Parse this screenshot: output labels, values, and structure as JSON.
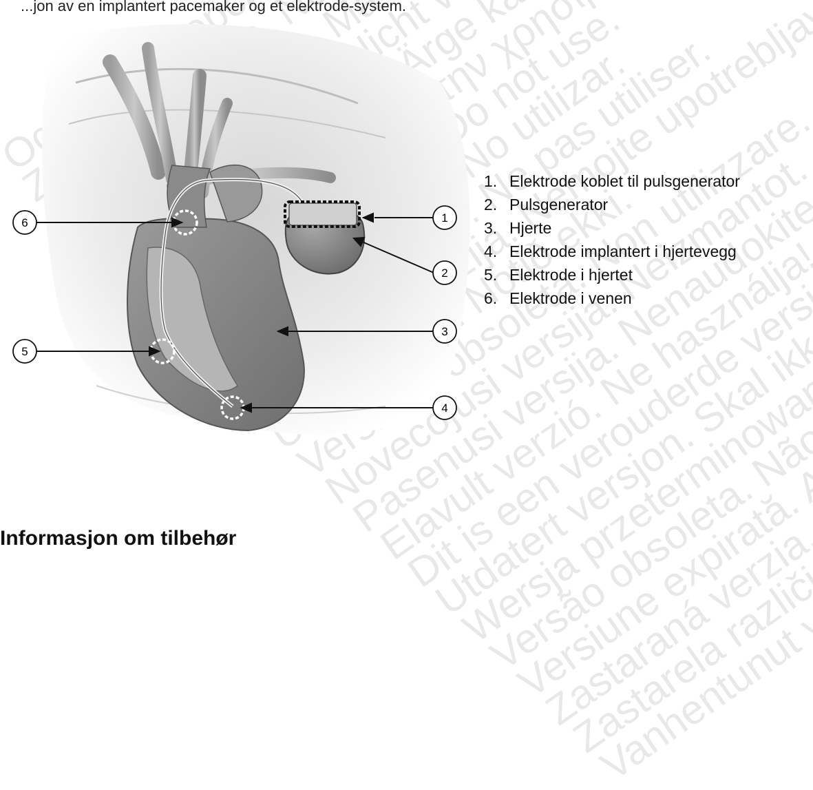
{
  "top_text": "...jon av en implantert pacemaker og et elektrode-system.",
  "legend": [
    {
      "num": "1.",
      "label": "Elektrode koblet til pulsgenerator"
    },
    {
      "num": "2.",
      "label": "Pulsgenerator"
    },
    {
      "num": "3.",
      "label": "Hjerte"
    },
    {
      "num": "4.",
      "label": "Elektrode implantert i hjertevegg"
    },
    {
      "num": "5.",
      "label": "Elektrode i hjertet"
    },
    {
      "num": "6.",
      "label": "Elektrode i venen"
    }
  ],
  "callouts": [
    "1",
    "2",
    "3",
    "4",
    "5",
    "6"
  ],
  "heading": "Informasjon om tilbehør",
  "watermarks": [
    "Остаряла версия. Не",
    "Zastaralá verze. Nepoužívat.",
    "Forældet version. Må ikke anvendes.",
    "Version überholt. Nicht verwenden.",
    "Aegunud versioon. Ärge kasutage.",
    "Παλιά έκδοση. Μην την χρησιμοποιείτε.",
    "Outdated version. Do not use.",
    "Versión obsoleta. No utilizar.",
    "Version périmée. Ne pas utiliser.",
    "Zastarjela verzija. Nemojte upotrebljavati.",
    "Úrelt útgáfa. Notið ekki.",
    "Versione obsoleta. Non utilizzare.",
    "Novecojusi versija. Neizmantot.",
    "Pasenusi versija. Nenaudokite.",
    "Elavult verzió. Ne használja!",
    "Dit is een verouderde versie. Niet gebruiken.",
    "Utdatert versjon. Skal ikke brukes.",
    "Wersja przeterminowana. Nie używać.",
    "Versão obsoleta. Não utilize.",
    "Versiune expirată. A nu se utiliza.",
    "Zastaraná verzia. Nepoužívať.",
    "Zastarela različica. Ne uporabite.",
    "Vanhentunut versio. Älä käytä."
  ]
}
